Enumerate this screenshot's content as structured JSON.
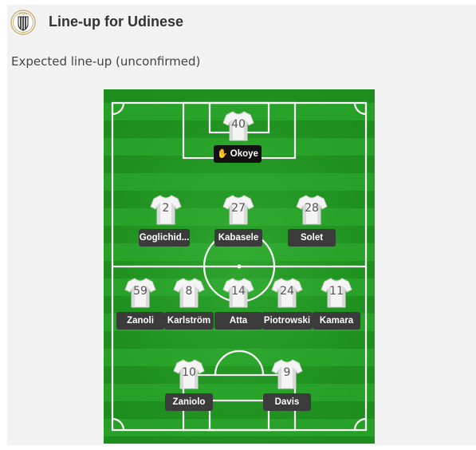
{
  "header": {
    "title": "Line-up for Udinese",
    "crest": "udinese-crest"
  },
  "subtitle": "Expected line-up (unconfirmed)",
  "pitch": {
    "colors": {
      "grass_dark": "#1b8a1b",
      "grass_light": "#2fa82f",
      "lines": "#ffffff"
    }
  },
  "players": [
    {
      "number": "40",
      "name": "Okoye",
      "role": "goalkeeper",
      "badge_icon": "goalkeeper-glove-icon"
    },
    {
      "number": "2",
      "name": "Goglichid..."
    },
    {
      "number": "27",
      "name": "Kabasele"
    },
    {
      "number": "28",
      "name": "Solet"
    },
    {
      "number": "59",
      "name": "Zanoli"
    },
    {
      "number": "8",
      "name": "Karlström"
    },
    {
      "number": "14",
      "name": "Atta"
    },
    {
      "number": "24",
      "name": "Piotrowski"
    },
    {
      "number": "11",
      "name": "Kamara"
    },
    {
      "number": "10",
      "name": "Zaniolo"
    },
    {
      "number": "9",
      "name": "Davis"
    }
  ]
}
